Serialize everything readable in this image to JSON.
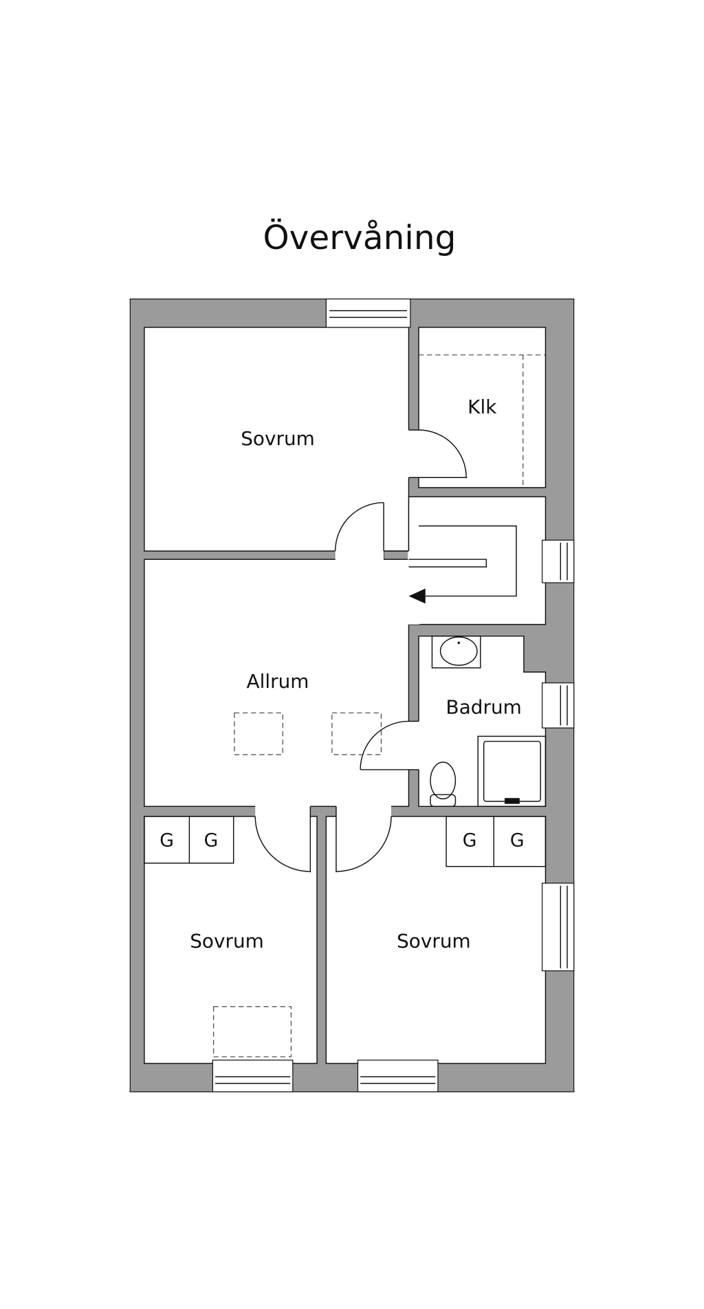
{
  "title": "Övervåning",
  "rooms": {
    "sovrum_top": "Sovrum",
    "klk": "Klk",
    "allrum": "Allrum",
    "badrum": "Badrum",
    "sovrum_bottom_left": "Sovrum",
    "sovrum_bottom_right": "Sovrum"
  },
  "wardrobes": [
    "G",
    "G",
    "G",
    "G"
  ],
  "colors": {
    "wall": "#9b9b9b",
    "line": "#111111",
    "background": "#ffffff"
  }
}
